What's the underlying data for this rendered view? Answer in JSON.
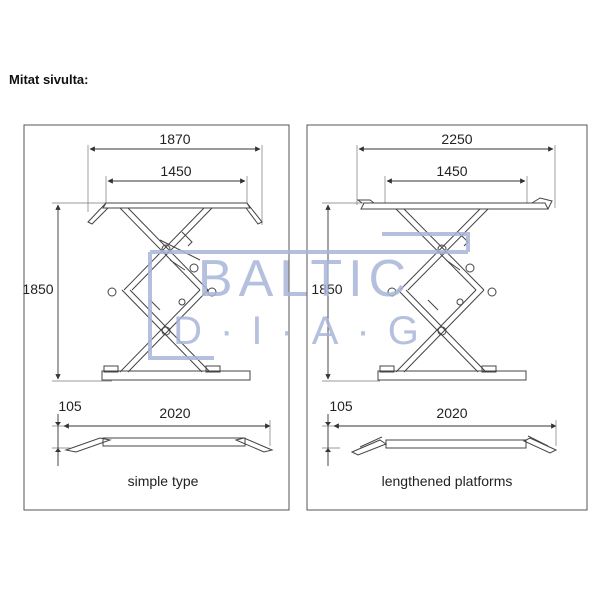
{
  "heading": "Mitat sivulta:",
  "panels": [
    {
      "overall_width": "1870",
      "platform_width": "1450",
      "height": "1850",
      "ramp_height": "105",
      "base_length": "2020",
      "caption": "simple type"
    },
    {
      "overall_width": "2250",
      "platform_width": "1450",
      "height": "1850",
      "ramp_height": "105",
      "base_length": "2020",
      "caption": "lengthened platforms"
    }
  ],
  "watermark": {
    "line1": "BALTIC",
    "line2": "D·I·A·G",
    "color": "#a9b6d9"
  }
}
